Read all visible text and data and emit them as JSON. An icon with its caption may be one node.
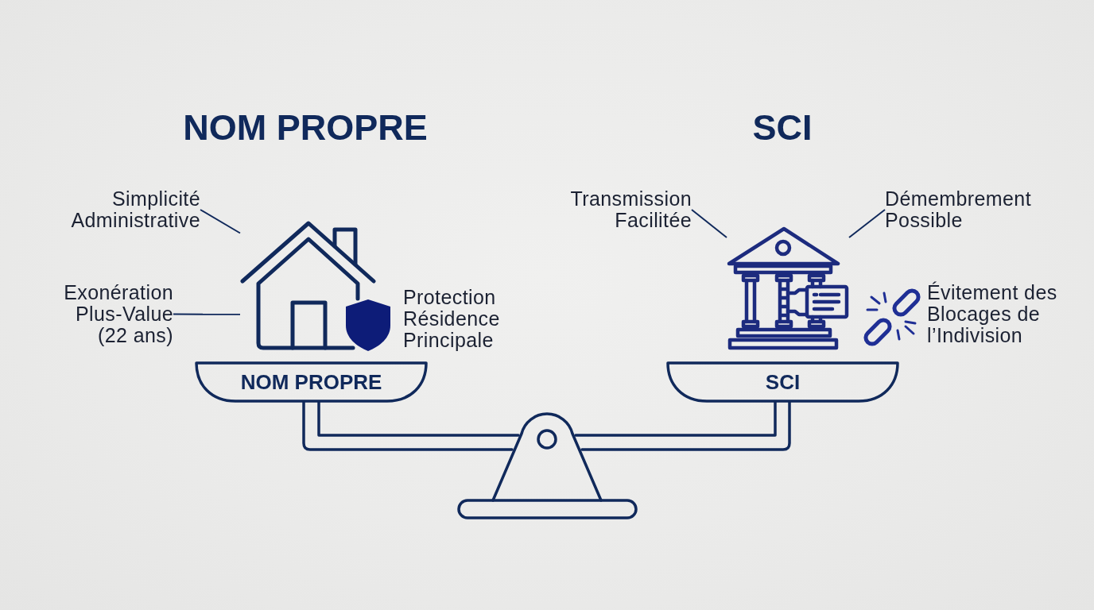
{
  "diagram": {
    "nodes": [
      {
        "text": [
          "Simplicité Administrative"
        ]
      },
      {
        "text": [
          "Exonération Plus-Value (22 ans)"
        ]
      },
      {
        "text": [],
        "shape": "picture"
      },
      {
        "text": [
          "NOM PROPRE"
        ]
      },
      {
        "text": [
          "Transmission Facilitée"
        ]
      },
      {
        "text": [
          "Démembrement Possible"
        ]
      },
      {
        "text": [],
        "shape": "picture"
      },
      {
        "text": [
          "SCI"
        ]
      }
    ],
    "edges": [
      {
        "from": 0,
        "to": 2,
        "arrow": "none"
      },
      {
        "from": 1,
        "to": 2,
        "arrow": "none"
      },
      {
        "from": 4,
        "to": 6,
        "arrow": "none"
      },
      {
        "from": 5,
        "to": 6,
        "arrow": "none"
      }
    ],
    "labels": [
      "NOM PROPRE",
      "SCI",
      "Protection Résidence Principale",
      "Évitement des Blocages de l’Indivision"
    ]
  }
}
